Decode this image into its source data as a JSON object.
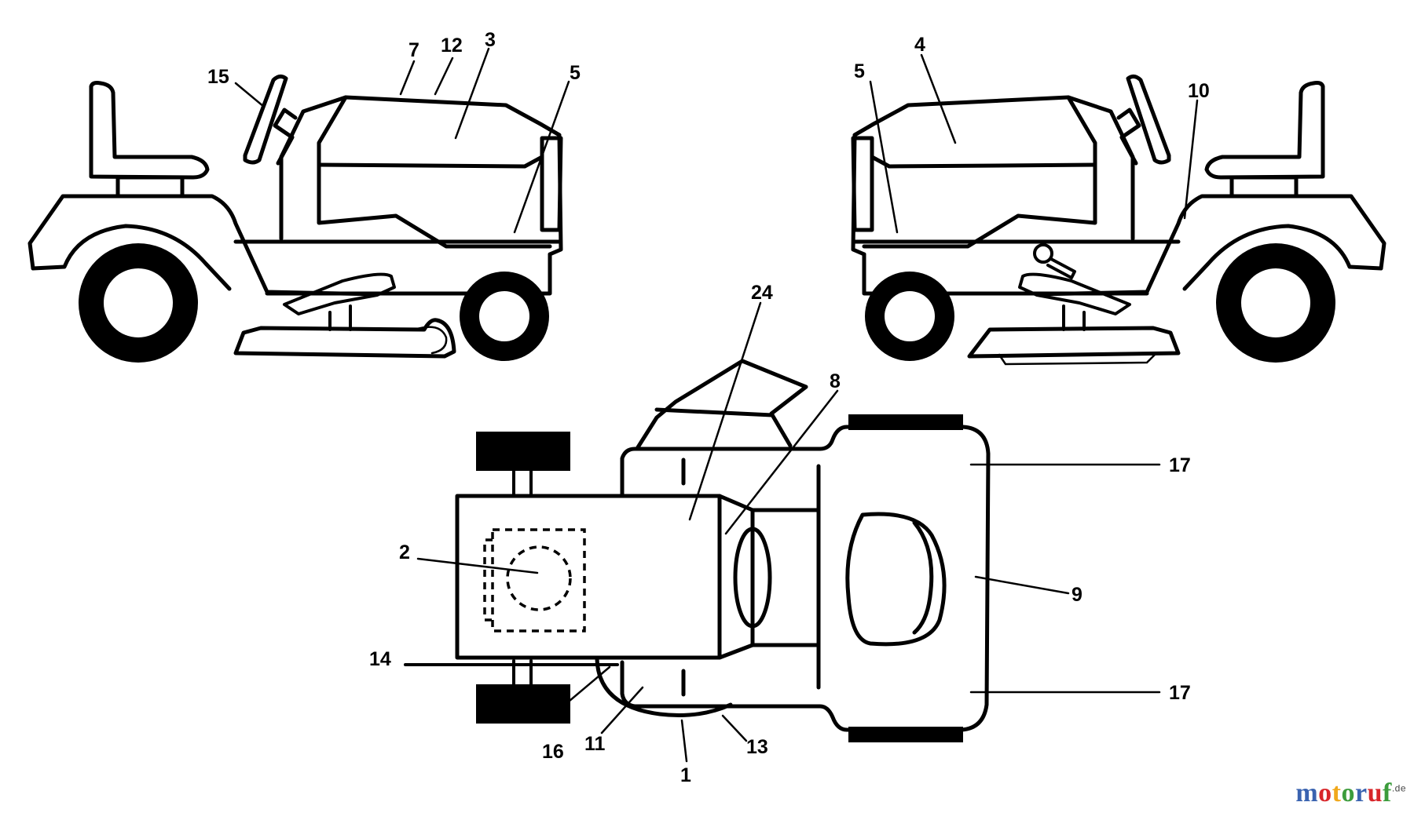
{
  "diagram": {
    "labels": {
      "l1": "1",
      "l2": "2",
      "l3": "3",
      "l4": "4",
      "l5a": "5",
      "l5b": "5",
      "l7": "7",
      "l8": "8",
      "l9": "9",
      "l10": "10",
      "l11": "11",
      "l12": "12",
      "l13": "13",
      "l14": "14",
      "l15": "15",
      "l16": "16",
      "l17a": "17",
      "l17b": "17",
      "l24": "24"
    }
  },
  "watermark": {
    "letters": [
      "m",
      "o",
      "t",
      "o",
      "r",
      "u",
      "f"
    ],
    "letter_colors": [
      "#3a63b0",
      "#d8262a",
      "#f0a81c",
      "#3c9c3c",
      "#3a63b0",
      "#d8262a",
      "#3c9c3c"
    ],
    "suffix": ".de"
  }
}
